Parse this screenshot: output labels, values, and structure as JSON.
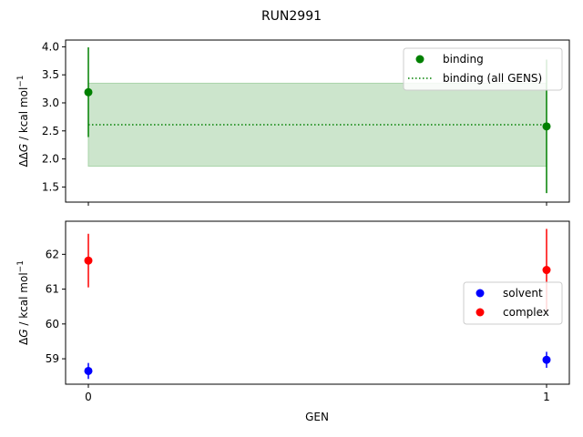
{
  "chart_data": {
    "title": "RUN2991",
    "xlabel": "GEN",
    "x_ticks": [
      0,
      1
    ],
    "panels": [
      {
        "type": "scatter",
        "ylabel_html": "ΔΔ<tspan font-style='italic'>G</tspan> / kcal mol<tspan baseline-shift='super' font-size='9'>−1</tspan>",
        "ylim": [
          1.23,
          4.12
        ],
        "yticks": [
          "1.5",
          "2.0",
          "2.5",
          "3.0",
          "3.5",
          "4.0"
        ],
        "legend_position": "top-right",
        "series": [
          {
            "name": "binding",
            "color": "#008000",
            "style": "errorbar",
            "points": [
              {
                "x": 0,
                "y": 3.19,
                "err": 0.8
              },
              {
                "x": 1,
                "y": 2.58,
                "err": 1.19
              }
            ]
          },
          {
            "name": "binding (all GENS)",
            "color": "#008000",
            "style": "dotted-line-with-band",
            "y": 2.61,
            "band": [
              1.87,
              3.35
            ],
            "band_color": "#cce5cc"
          }
        ]
      },
      {
        "type": "scatter",
        "ylabel_html": "Δ<tspan font-style='italic'>G</tspan> / kcal mol<tspan baseline-shift='super' font-size='9'>−1</tspan>",
        "ylim": [
          58.27,
          62.95
        ],
        "yticks": [
          "59",
          "60",
          "61",
          "62"
        ],
        "legend_position": "center-right",
        "series": [
          {
            "name": "solvent",
            "color": "#0000ff",
            "style": "errorbar",
            "points": [
              {
                "x": 0,
                "y": 58.65,
                "err": 0.23
              },
              {
                "x": 1,
                "y": 58.97,
                "err": 0.23
              }
            ]
          },
          {
            "name": "complex",
            "color": "#ff0000",
            "style": "errorbar",
            "points": [
              {
                "x": 0,
                "y": 61.82,
                "err": 0.77
              },
              {
                "x": 1,
                "y": 61.55,
                "err": 1.18
              }
            ]
          }
        ]
      }
    ]
  }
}
